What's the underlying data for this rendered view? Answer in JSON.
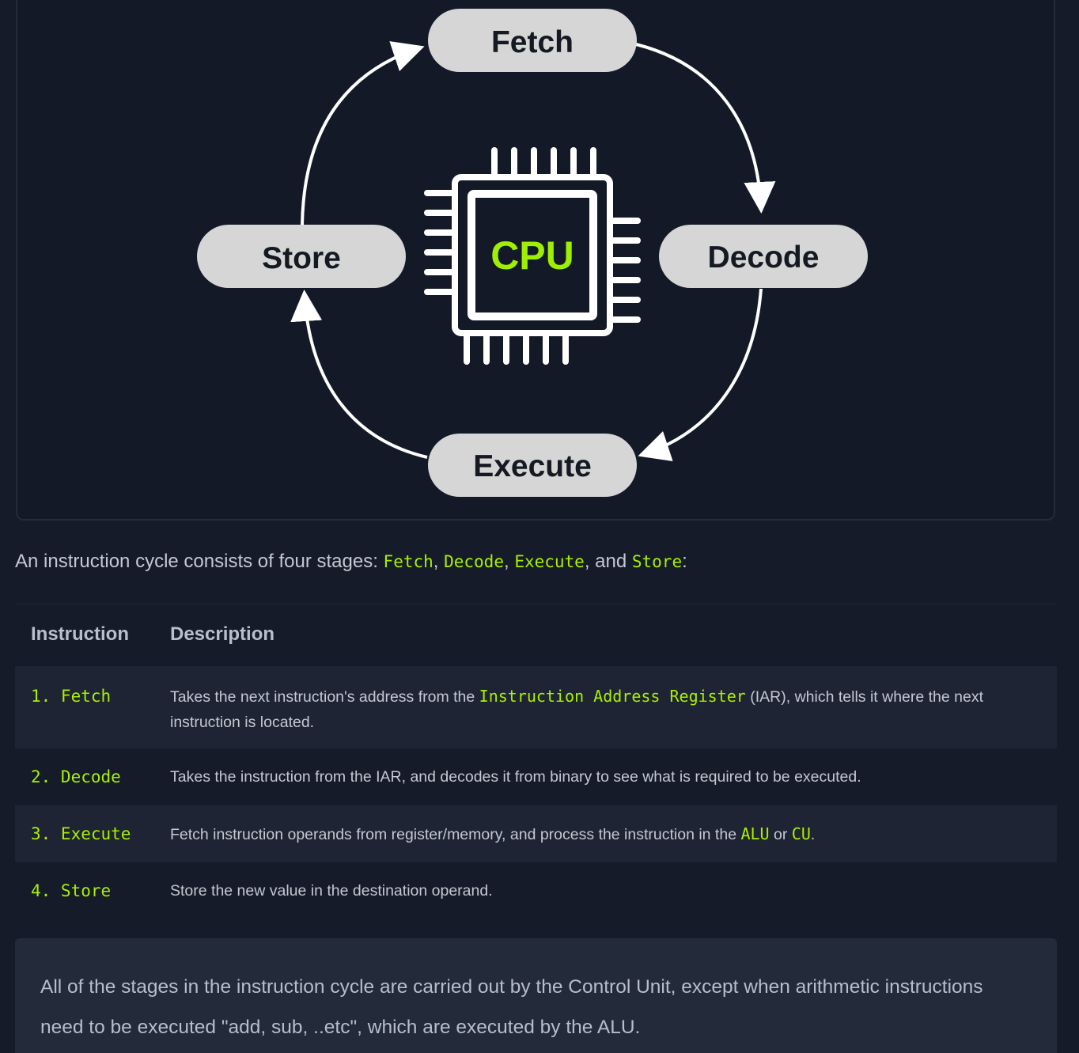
{
  "diagram": {
    "stages": {
      "fetch": "Fetch",
      "decode": "Decode",
      "execute": "Execute",
      "store": "Store"
    },
    "cpu_label": "CPU",
    "colors": {
      "background": "#131926",
      "pill": "#d6d6d6",
      "arrow": "#ffffff",
      "cpu_text": "#9fef00"
    }
  },
  "intro": {
    "text_before": "An instruction cycle consists of four stages: ",
    "stage1": "Fetch",
    "sep1": ", ",
    "stage2": "Decode",
    "sep2": ", ",
    "stage3": "Execute",
    "sep3": ", and ",
    "stage4": "Store",
    "text_after": ":"
  },
  "table": {
    "headers": [
      "Instruction",
      "Description"
    ],
    "rows": [
      {
        "instruction": "1. Fetch",
        "desc_before": "Takes the next instruction's address from the ",
        "desc_code": "Instruction Address Register",
        "desc_after": " (IAR), which tells it where the next instruction is located."
      },
      {
        "instruction": "2. Decode",
        "desc": "Takes the instruction from the IAR, and decodes it from binary to see what is required to be executed."
      },
      {
        "instruction": "3. Execute",
        "desc_before": "Fetch instruction operands from register/memory, and process the instruction in the ",
        "code1": "ALU",
        "mid": " or ",
        "code2": "CU",
        "desc_after": "."
      },
      {
        "instruction": "4. Store",
        "desc": "Store the new value in the destination operand."
      }
    ]
  },
  "note": {
    "text": "All of the stages in the instruction cycle are carried out by the Control Unit, except when arithmetic instructions need to be executed \"add, sub, ..etc\", which are executed by the ALU."
  },
  "colors": {
    "page_bg": "#151b28",
    "accent": "#a9f000",
    "row_alt": "#1e2433",
    "note_bg": "#232b3b"
  }
}
